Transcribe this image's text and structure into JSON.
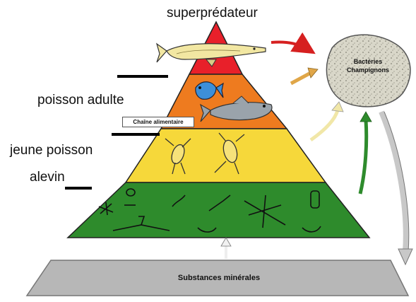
{
  "levels": {
    "top": "superprédateur",
    "adult": "poisson adulte",
    "young": "jeune poisson",
    "fry": "alevin"
  },
  "chain_label": "Chaîne alimentaire",
  "decomposers": [
    "Bactéries",
    "Champignons"
  ],
  "minerals": "Substances minérales",
  "colors": {
    "tier_red": "#e8202a",
    "tier_orange": "#ee7b1f",
    "tier_yellow": "#f6d83a",
    "tier_green": "#2e8b2c",
    "minerals_slab": "#b5b5b5",
    "decomposer_blob": "#d8d6c8"
  }
}
